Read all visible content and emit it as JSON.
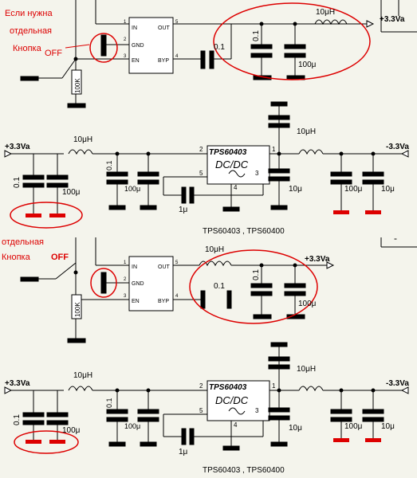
{
  "colors": {
    "background": "#f4f4ec",
    "wire": "#000000",
    "annotation": "#dd0000",
    "component_bar": "#000000",
    "ic_fill": "#ffffff"
  },
  "icons": [
    "switch-icon",
    "resistor-icon",
    "capacitor-icon",
    "electrolytic-capacitor-icon",
    "inductor-icon",
    "ground-icon",
    "arrow-icon"
  ],
  "top_section": {
    "annotation_lines": [
      "Если нужна",
      "отдельная",
      "Кнопка"
    ],
    "switch_label": "OFF",
    "resistor_label": "100K",
    "pins_left": [
      "IN",
      "GND",
      "EN"
    ],
    "pins_right": [
      "OUT",
      "BYP"
    ],
    "pin_nums_left": [
      "1",
      "2",
      "3"
    ],
    "pin_nums_right": [
      "5",
      "4"
    ],
    "byp_cap": "0.1",
    "cap_a": "0.1",
    "cap_b": "100μ",
    "inductor": "10μH",
    "output": "+3.3Va"
  },
  "inverter_1": {
    "input": "+3.3Va",
    "input_cap_a": "0.1",
    "input_cap_b": "100μ",
    "inductor_in": "10μH",
    "chip_name": "TPS60403",
    "chip_function": "DC/DC",
    "pin_nums": [
      "2",
      "1",
      "5",
      "4",
      "3"
    ],
    "flying_cap": "1μ",
    "output_cap": "10μ",
    "inductor_out": "10μH",
    "out_cap_a": "100μ",
    "out_cap_b": "10μ",
    "output": "-3.3Va",
    "part_numbers": "TPS60403 , TPS60400"
  },
  "mid_section": {
    "annotation_lines": [
      "отдельная",
      "Кнопка"
    ],
    "switch_label": "OFF",
    "resistor_label": "100K",
    "pins_left": [
      "IN",
      "GND",
      "EN"
    ],
    "pins_right": [
      "OUT",
      "BYP"
    ],
    "pin_nums_left": [
      "1",
      "2",
      "3"
    ],
    "pin_nums_right": [
      "5",
      "4"
    ],
    "byp_cap": "0.1",
    "cap_a": "0.1",
    "cap_b": "100μ",
    "inductor": "10μH",
    "output": "+3.3Va",
    "corner_mark": "-"
  },
  "inverter_2": {
    "input": "+3.3Va",
    "input_cap_a": "0.1",
    "input_cap_b": "100μ",
    "inductor_in": "10μH",
    "chip_name": "TPS60403",
    "chip_function": "DC/DC",
    "pin_nums": [
      "2",
      "1",
      "5",
      "4",
      "3"
    ],
    "flying_cap": "1μ",
    "output_cap": "10μ",
    "inductor_out": "10μH",
    "out_cap_a": "100μ",
    "out_cap_b": "10μ",
    "output": "-3.3Va",
    "part_numbers": "TPS60403 , TPS60400"
  }
}
